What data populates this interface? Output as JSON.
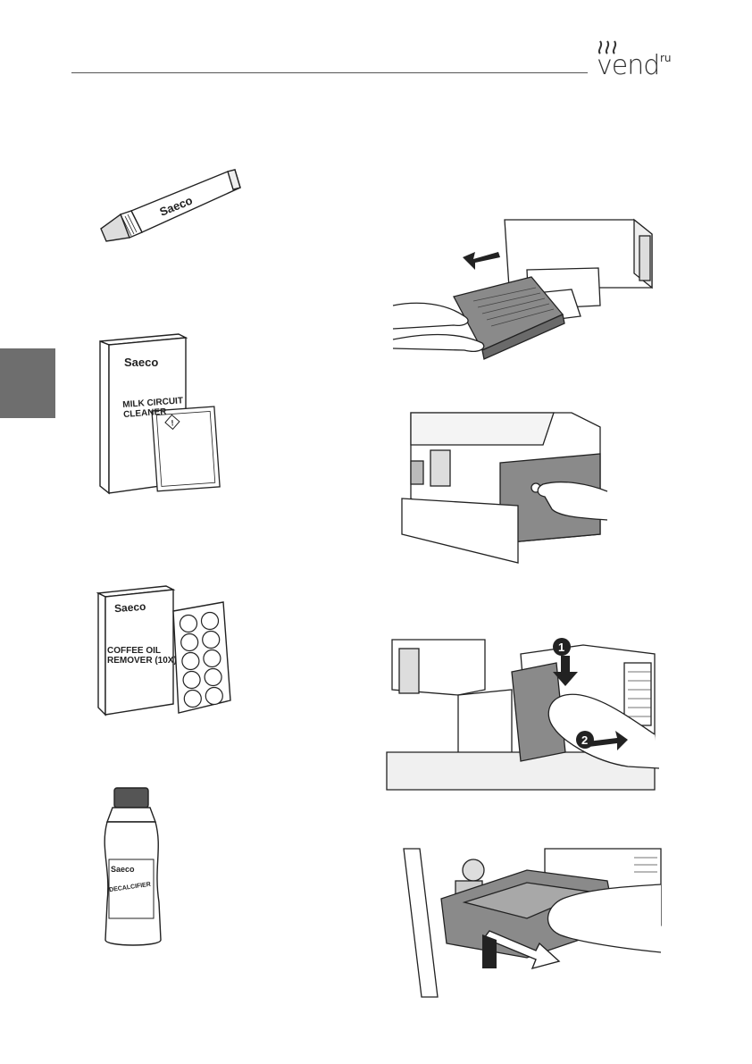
{
  "header": {
    "logo_text": "vend",
    "logo_sup": "ru"
  },
  "products": {
    "grease_tube": {
      "brand": "Saeco"
    },
    "milk_cleaner": {
      "brand": "Saeco",
      "line1": "MILK CIRCUIT",
      "line2": "CLEANER"
    },
    "coffee_oil": {
      "brand": "Saeco",
      "line1": "COFFEE OIL",
      "line2": "REMOVER (10X)"
    },
    "decalcifier": {
      "brand": "Saeco",
      "name": "DECALCIFIER"
    }
  },
  "steps": {
    "step3_badges": [
      "1",
      "2"
    ]
  },
  "colors": {
    "section_tab": "#6e6e6e",
    "part_grey": "#8a8a8a",
    "line": "#222222"
  }
}
